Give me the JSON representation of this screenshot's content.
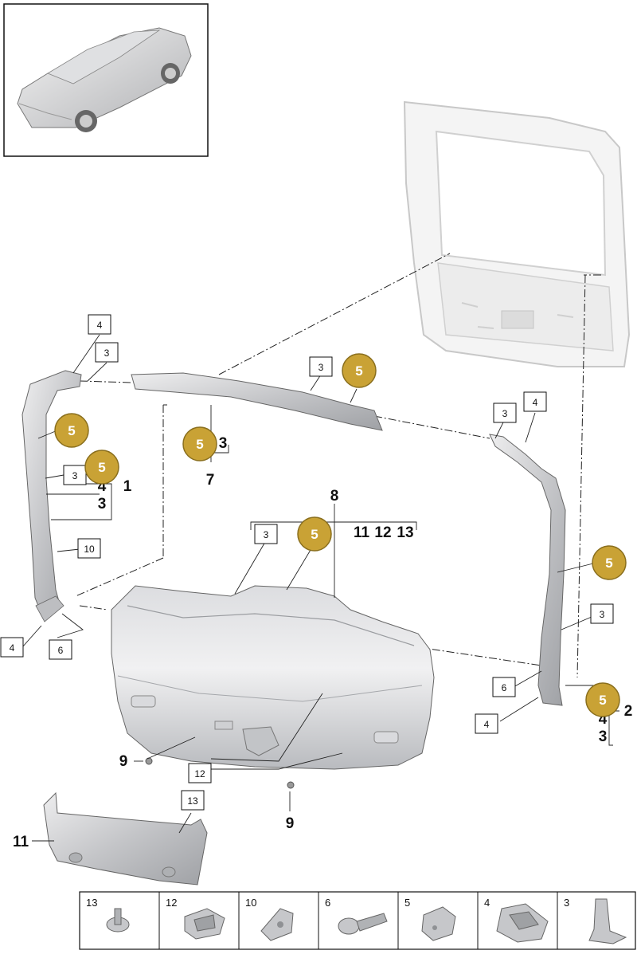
{
  "colors": {
    "badge_fill": "#c9a235",
    "badge_stroke": "#8a6f1e",
    "part_fill": "#c9cacc",
    "part_light": "#e6e7e8",
    "frame_fill": "#f2f2f2",
    "line": "#222222"
  },
  "callouts": {
    "boxed": [
      "4",
      "3",
      "3",
      "3",
      "10",
      "4",
      "6",
      "3",
      "3",
      "4",
      "3",
      "6",
      "4",
      "12",
      "13"
    ],
    "bold": [
      "1",
      "4",
      "3",
      "7",
      "3",
      "8",
      "11",
      "12",
      "13",
      "2",
      "4",
      "3",
      "9",
      "9",
      "11"
    ],
    "badge": "5"
  },
  "legend": [
    {
      "num": "13",
      "icon": "screw-with-washer-icon"
    },
    {
      "num": "12",
      "icon": "metal-clip-icon"
    },
    {
      "num": "10",
      "icon": "bracket-clip-icon"
    },
    {
      "num": "6",
      "icon": "bolt-icon"
    },
    {
      "num": "5",
      "icon": "rubber-buffer-icon"
    },
    {
      "num": "4",
      "icon": "spring-clip-icon"
    },
    {
      "num": "3",
      "icon": "retaining-clip-icon"
    }
  ]
}
